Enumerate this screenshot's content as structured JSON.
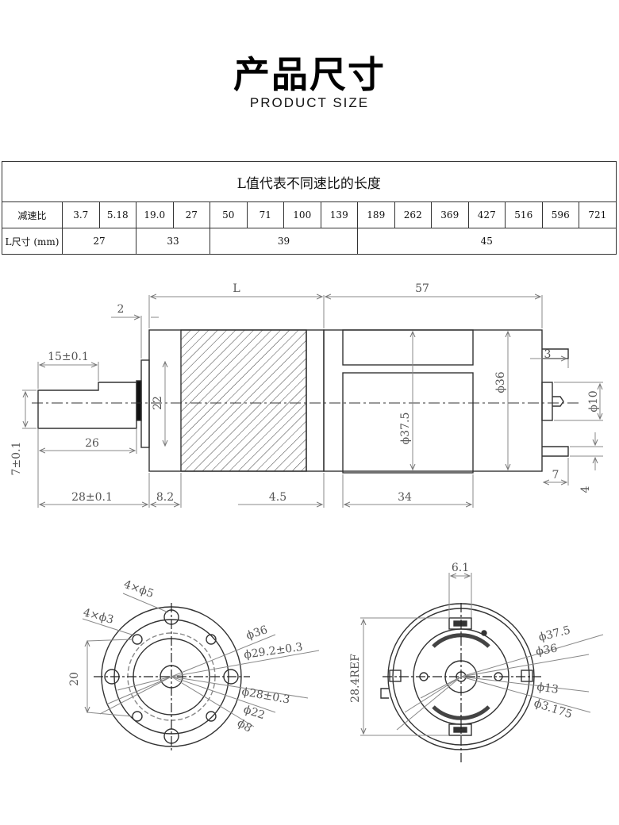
{
  "header": {
    "title_cn": "产品尺寸",
    "title_en": "PRODUCT SIZE"
  },
  "table": {
    "caption": "L值代表不同速比的长度",
    "ratio_label": "减速比",
    "ratios": [
      "3.7",
      "5.18",
      "19.0",
      "27",
      "50",
      "71",
      "100",
      "139",
      "189",
      "262",
      "369",
      "427",
      "516",
      "596",
      "721"
    ],
    "length_label": "L尺寸 (mm)",
    "lengths": [
      {
        "value": "27",
        "span": 2
      },
      {
        "value": "33",
        "span": 2
      },
      {
        "value": "39",
        "span": 4
      },
      {
        "value": "45",
        "span": 7
      }
    ]
  },
  "side_view": {
    "dim_L": "L",
    "dim_57": "57",
    "dim_2": "2",
    "dim_15": "15±0.1",
    "dim_26": "26",
    "dim_7": "7±0.1",
    "dim_28": "28±0.1",
    "dim_22": "22",
    "dim_82": "8.2",
    "dim_45": "4.5",
    "dim_34": "34",
    "dim_375": "ϕ37.5",
    "dim_36": "ϕ36",
    "dim_3": "3",
    "dim_10": "ϕ10",
    "dim_7b": "7",
    "dim_4": "4"
  },
  "front_view": {
    "holes5": "4×ϕ5",
    "holes3": "4×ϕ3",
    "dim_20": "20",
    "d36": "ϕ36",
    "d292": "ϕ29.2±0.3",
    "d28": "ϕ28±0.3",
    "d22": "ϕ22",
    "d8": "ϕ8"
  },
  "rear_view": {
    "dim_61": "6.1",
    "dim_284": "28.4REF",
    "d375": "ϕ37.5",
    "d36": "ϕ36",
    "d13": "ϕ13",
    "d3175": "ϕ3.175"
  }
}
